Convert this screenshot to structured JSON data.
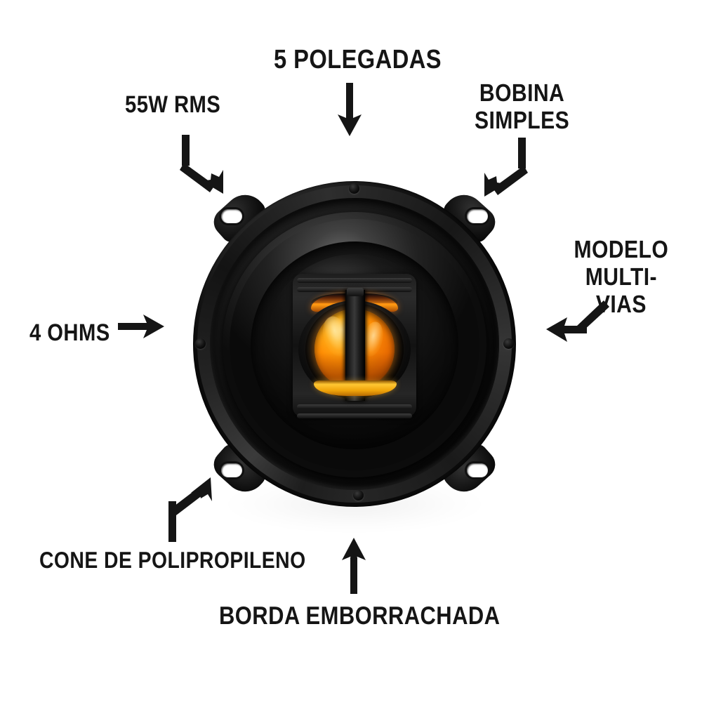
{
  "product": {
    "type": "car-coaxial-speaker",
    "accent_color": "#FF8C00",
    "body_color": "#121212",
    "text_color": "#151515",
    "background_color": "#FFFFFF"
  },
  "annotations": [
    {
      "id": "polegadas",
      "label": "5 POLEGADAS",
      "arrow": "arrow-down-straight",
      "points_to": "speaker-top-frame"
    },
    {
      "id": "rms",
      "label": "55W RMS",
      "arrow": "arrow-down-then-diagonal-right",
      "points_to": "speaker-upper-left-flange"
    },
    {
      "id": "bobina",
      "label_line_1": "BOBINA",
      "label_line_2": "SIMPLES",
      "arrow": "arrow-down-then-diagonal-left",
      "points_to": "speaker-upper-right-flange"
    },
    {
      "id": "modelo",
      "label_line_1": "MODELO",
      "label_line_2": "MULTI-VIAS",
      "arrow": "arrow-diagonal-down-left-then-left",
      "points_to": "speaker-right-edge"
    },
    {
      "id": "ohms",
      "label": "4 OHMS",
      "arrow": "arrow-right-straight",
      "points_to": "speaker-left-edge"
    },
    {
      "id": "cone",
      "label": "CONE DE POLIPROPILENO",
      "arrow": "arrow-up-then-diagonal-right",
      "points_to": "speaker-lower-left-flange"
    },
    {
      "id": "borda",
      "label": "BORDA EMBORRACHADA",
      "arrow": "arrow-up-straight",
      "points_to": "speaker-bottom-surround"
    }
  ],
  "speaker_parts": {
    "frame": "steel-basket-frame",
    "flange": "mounting-flange",
    "surround": "rubber-surround",
    "cone": "polypropylene-cone",
    "tweeter": "coaxial-tweeter-assembly",
    "dome": "orange-phase-dome",
    "bridge": "tweeter-bridge-bar",
    "mounting_tabs": 4,
    "frame_screws": 4
  }
}
